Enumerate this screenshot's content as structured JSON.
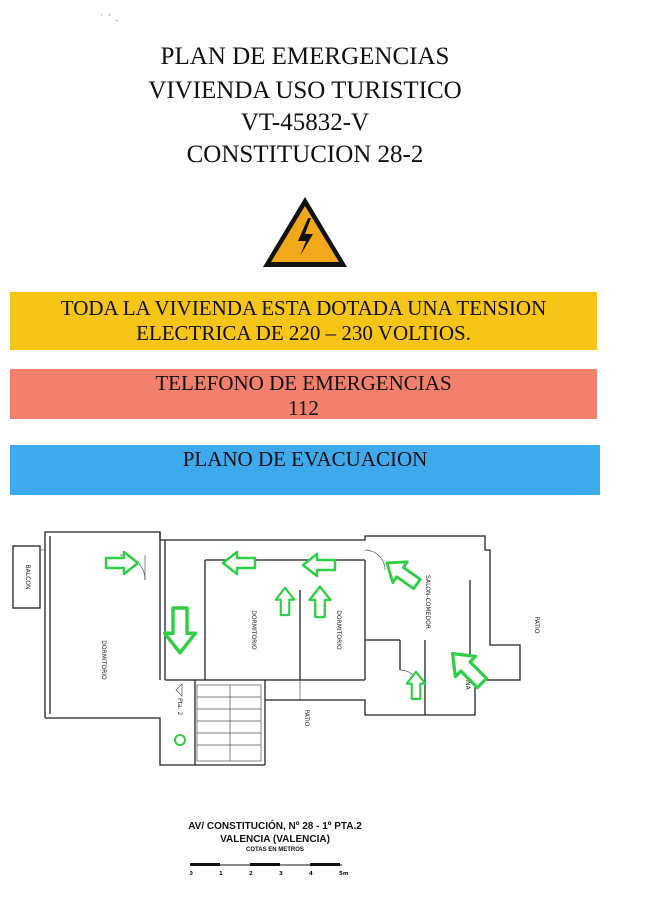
{
  "header": {
    "line1": "PLAN DE EMERGENCIAS",
    "line2": "VIVIENDA USO TURISTICO",
    "line3": "VT-45832-V",
    "line4": "CONSTITUCION 28-2"
  },
  "warning_icon": "high-voltage-warning-icon",
  "notices": {
    "voltage_line1": "TODA LA VIVIENDA ESTA DOTADA UNA TENSION",
    "voltage_line2": "ELECTRICA DE 220 – 230 VOLTIOS.",
    "phone_label": "TELEFONO DE EMERGENCIAS",
    "phone_number": "112",
    "plan_label": "PLANO DE EVACUACION"
  },
  "colors": {
    "yellow_band": "#f7c518",
    "red_band": "#f2806c",
    "blue_band": "#3fa9ee",
    "arrow": "#2fd045"
  },
  "floor_plan": {
    "balcon": "BALCON",
    "dormitorio_left": "DORMITORIO",
    "dormitorio_mid": "DORMITORIO",
    "dormitorio_right": "DORMITORIO",
    "salon": "SALON-COMEDOR",
    "cocina": "COCINA",
    "patio_center": "PATIO",
    "patio_right": "PATIO",
    "stair_label": "Pta. 2"
  },
  "footer": {
    "address": "AV/ CONSTITUCIÓN, Nº 28 - 1º  PTA.2",
    "city": "VALENCIA (VALENCIA)",
    "units": "COTAS EN METROS",
    "scale_ticks": [
      "0",
      "1",
      "2",
      "3",
      "4",
      "5m"
    ]
  }
}
